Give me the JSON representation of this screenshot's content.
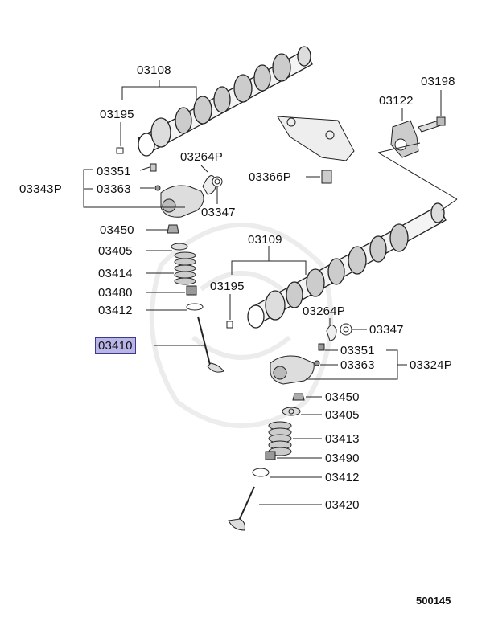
{
  "diagram": {
    "reference_number": "500145",
    "highlighted_part": "03410",
    "callouts": {
      "p03108": "03108",
      "p03195_top": "03195",
      "p03351_left": "03351",
      "p03343P": "03343P",
      "p03363_left": "03363",
      "p03264P_left": "03264P",
      "p03347_left": "03347",
      "p03450_left": "03450",
      "p03405_left": "03405",
      "p03414": "03414",
      "p03480": "03480",
      "p03412_left": "03412",
      "p03410": "03410",
      "p03198": "03198",
      "p03122": "03122",
      "p03366P": "03366P",
      "p03109": "03109",
      "p03195_mid": "03195",
      "p03264P_right": "03264P",
      "p03347_right": "03347",
      "p03351_right": "03351",
      "p03363_right": "03363",
      "p03324P": "03324P",
      "p03450_right": "03450",
      "p03405_right": "03405",
      "p03413": "03413",
      "p03490": "03490",
      "p03412_right": "03412",
      "p03420": "03420"
    }
  }
}
